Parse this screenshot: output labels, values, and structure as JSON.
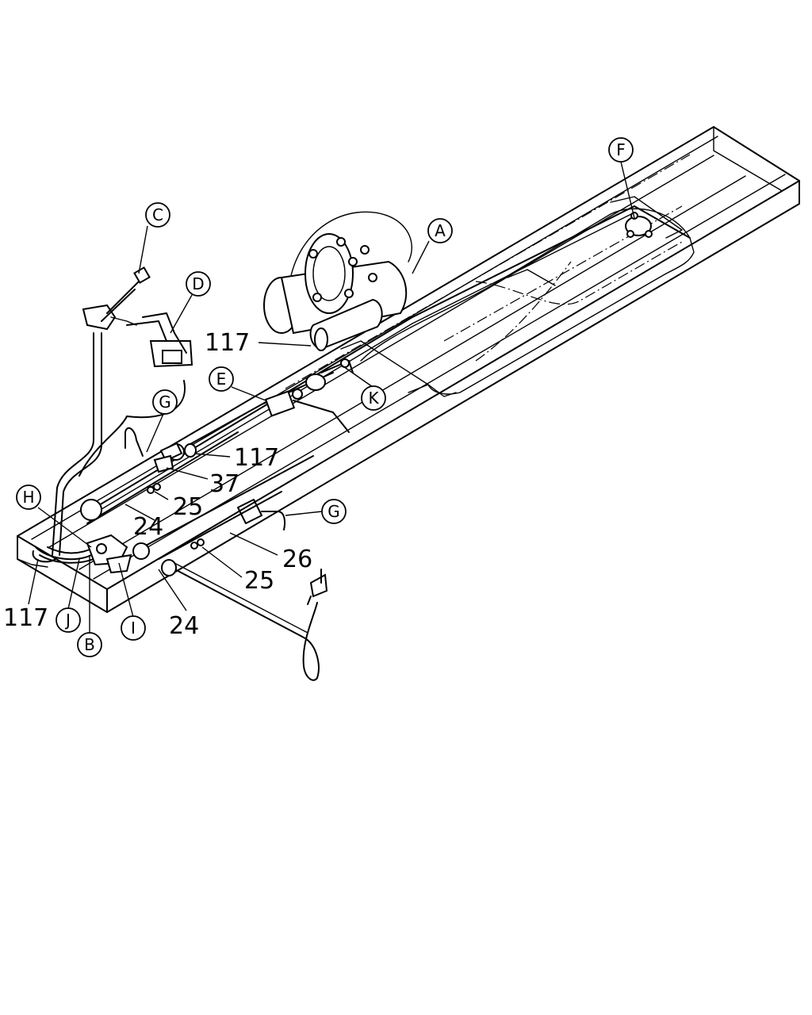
{
  "callouts": {
    "A": "A",
    "B": "B",
    "C": "C",
    "D": "D",
    "E": "E",
    "F": "F",
    "G_top": "G",
    "G_right": "G",
    "H": "H",
    "I": "I",
    "J": "J",
    "K": "K"
  },
  "part_numbers": {
    "n117_upper": "117",
    "n117_middle": "117",
    "n117_lower": "117",
    "n37": "37",
    "n25_upper": "25",
    "n25_lower": "25",
    "n24_upper": "24",
    "n24_lower": "24",
    "n26": "26"
  }
}
